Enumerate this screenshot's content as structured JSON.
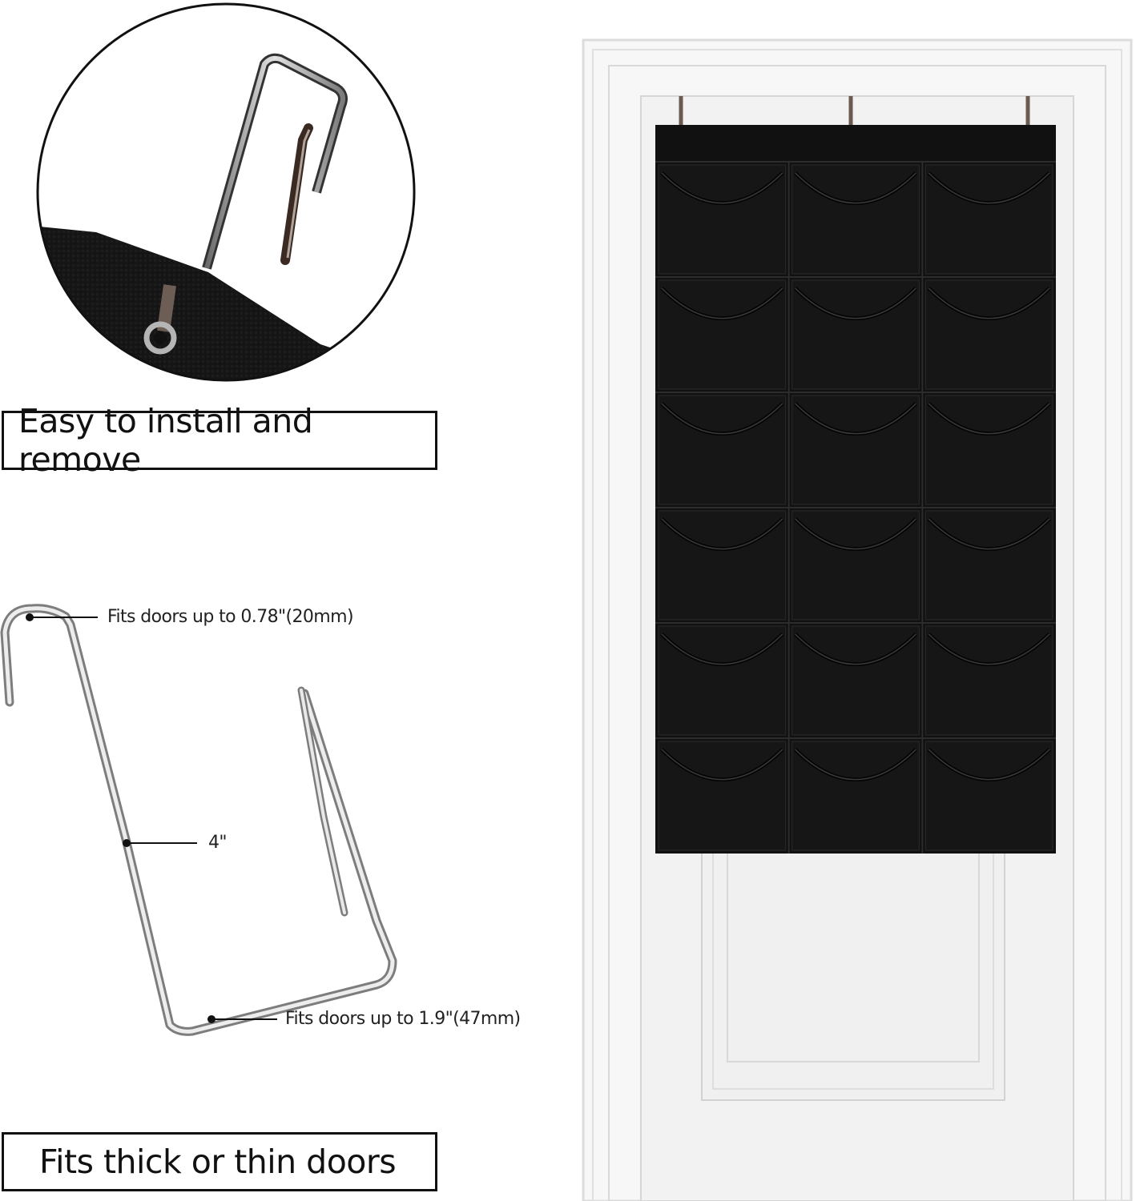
{
  "captions": {
    "install": "Easy to install and remove",
    "thickness": "Fits thick or thin doors"
  },
  "callouts": {
    "top_hook": "Fits doors up to 0.78\"(20mm)",
    "length": "4\"",
    "bottom_width": "Fits doors up to 1.9\"(47mm)"
  },
  "organizer": {
    "rows": 6,
    "columns": 3,
    "hooks": 3,
    "color": "#111111"
  },
  "colors": {
    "door": "#f3f3f3",
    "frame": "#e9e9e9",
    "metal": "#9a9a9a",
    "fabric": "#121212"
  }
}
